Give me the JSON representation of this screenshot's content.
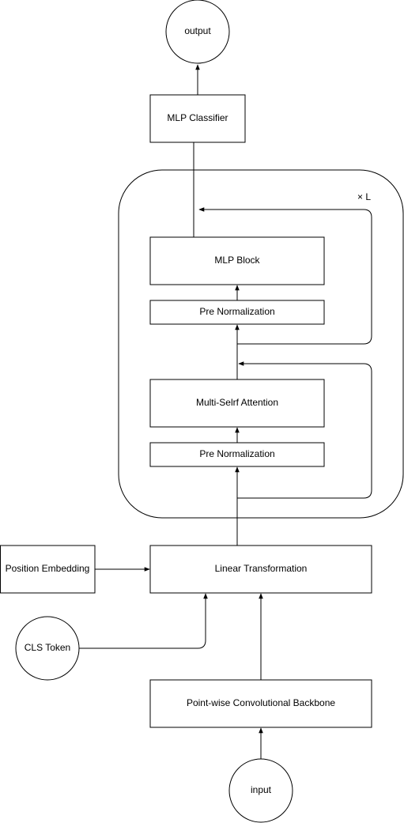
{
  "diagram": {
    "nodes": {
      "output": "output",
      "mlp_classifier": "MLP Classifier",
      "mlp_block": "MLP Block",
      "pre_norm_top": "Pre Normalization",
      "multi_self_attention": "Multi-Selrf Attention",
      "pre_norm_bottom": "Pre Normalization",
      "position_embedding": "Position Embedding",
      "linear_transformation": "Linear Transformation",
      "cls_token": "CLS Token",
      "backbone": "Point-wise Convolutional Backbone",
      "input": "input"
    },
    "repeat_label": "× L",
    "colors": {
      "stroke": "#000000",
      "fill": "#ffffff"
    }
  }
}
